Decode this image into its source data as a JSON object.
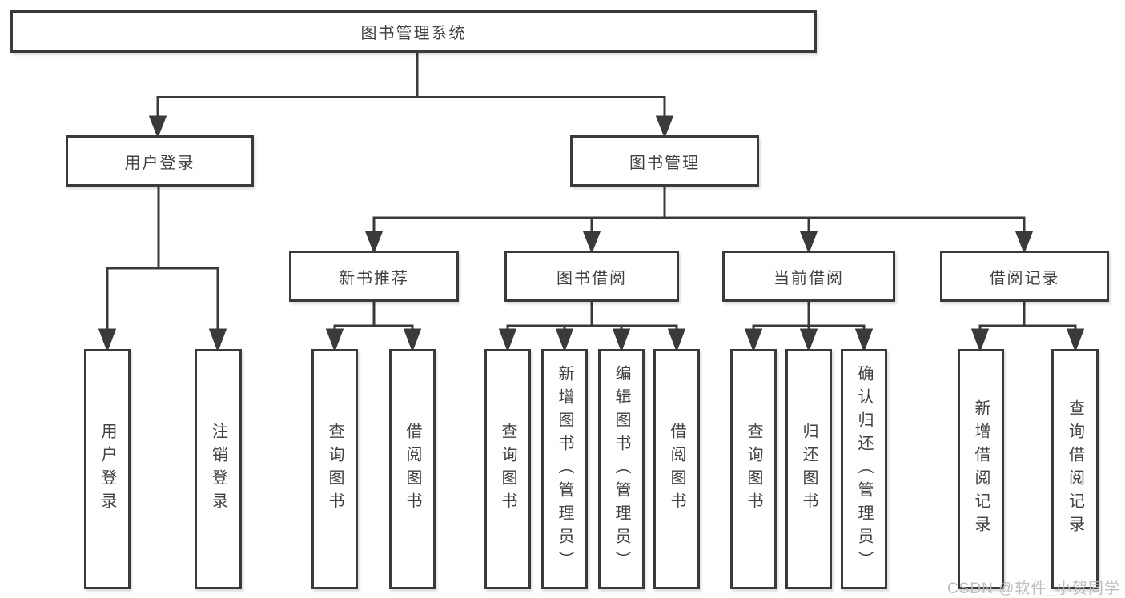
{
  "diagram_title": "图书管理系统",
  "nodes": {
    "root": "图书管理系统",
    "userLogin": "用户登录",
    "bookMgmt": "图书管理",
    "newBookRec": "新书推荐",
    "bookBorrow": "图书借阅",
    "currentBorrow": "当前借阅",
    "borrowRecords": "借阅记录",
    "leaves": [
      "用户登录",
      "注销登录",
      "查询图书",
      "借阅图书",
      "查询图书",
      "新增图书（管理员）",
      "编辑图书（管理员）",
      "借阅图书",
      "查询图书",
      "归还图书",
      "确认归还（管理员）",
      "新增借阅记录",
      "查询借阅记录"
    ]
  },
  "watermark": "CSDN @软件_小贺同学",
  "colors": {
    "line": "#3a3a3a",
    "text": "#414141",
    "background": "#ffffff",
    "watermark": "#b8b8b8"
  }
}
